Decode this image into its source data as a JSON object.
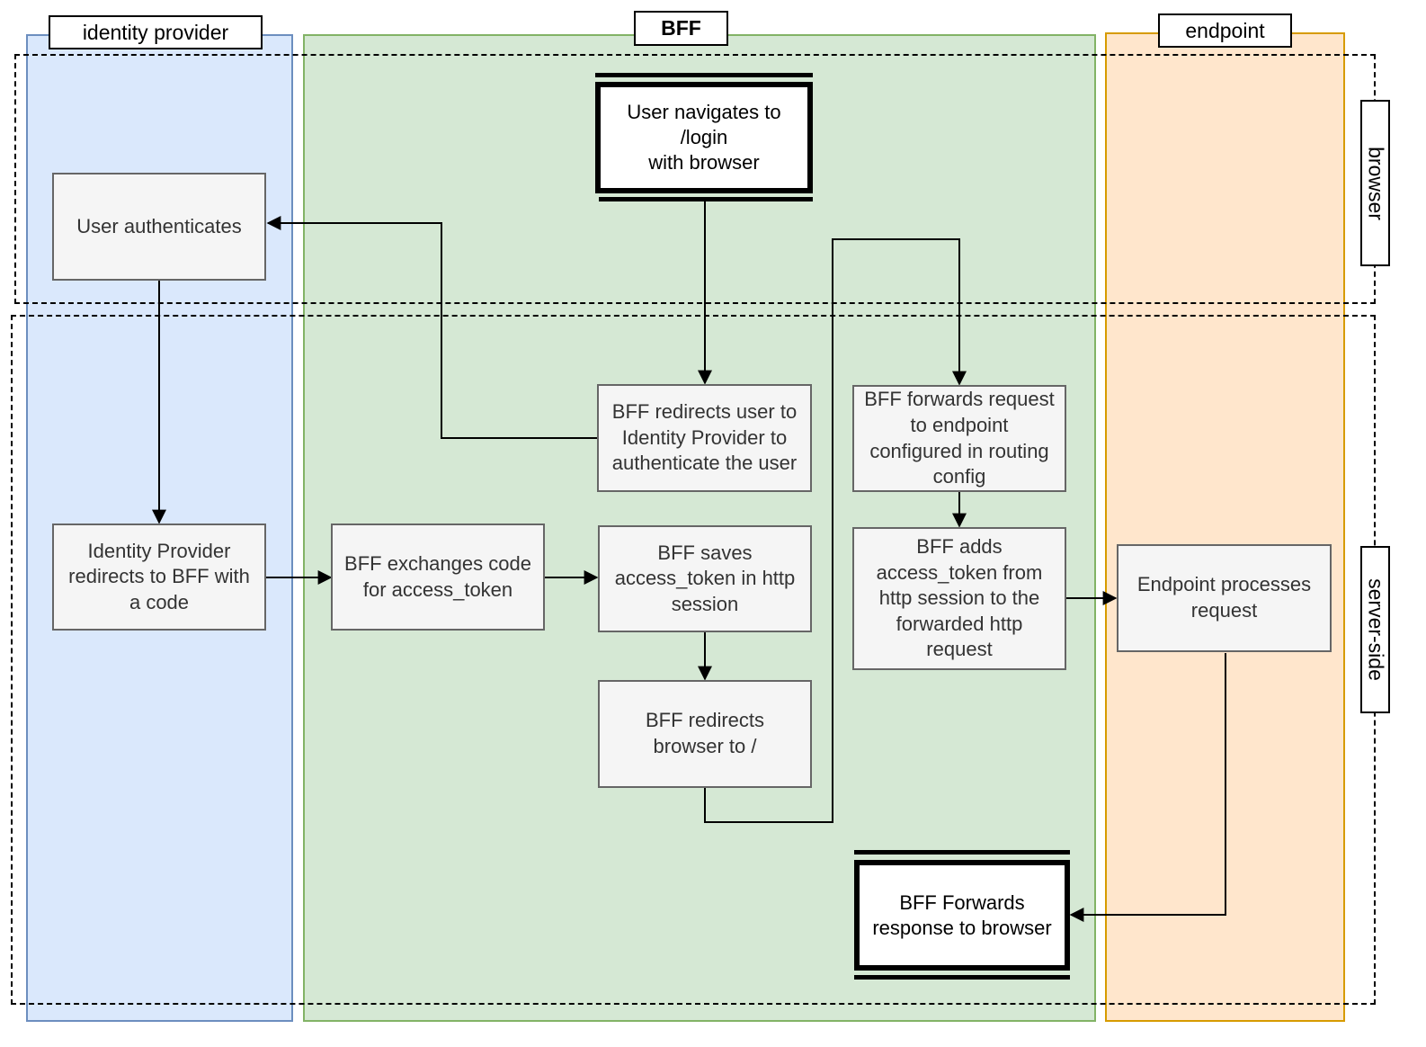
{
  "lanes": {
    "identity_provider": "identity provider",
    "bff": "BFF",
    "endpoint": "endpoint"
  },
  "zones": {
    "browser": "browser",
    "server_side": "server-side"
  },
  "nodes": {
    "navigate_login": "User navigates to\n/login\nwith browser",
    "user_authenticates": "User authenticates",
    "bff_redirects_idp": "BFF redirects user to\nIdentity Provider to\nauthenticate the user",
    "idp_redirects_code": "Identity Provider\nredirects to BFF with\na code",
    "exchange_code": "BFF exchanges code\nfor access_token",
    "save_token": "BFF saves\naccess_token in http\nsession",
    "redirect_root": "BFF redirects\nbrowser to /",
    "forward_request": "BFF forwards request\nto endpoint\nconfigured in routing\nconfig",
    "add_token": "BFF adds\naccess_token from\nhttp session to the\nforwarded http\nrequest",
    "endpoint_processes": "Endpoint processes\nrequest",
    "forward_response": "BFF Forwards\nresponse to browser"
  },
  "colors": {
    "idp_fill": "#dae8fc",
    "idp_stroke": "#6c8ebf",
    "bff_fill": "#d5e8d4",
    "bff_stroke": "#82b366",
    "endpoint_fill": "#ffe6cc",
    "endpoint_stroke": "#d79b00",
    "node_fill": "#f5f5f5",
    "node_stroke": "#666666",
    "node_text": "#333333"
  }
}
